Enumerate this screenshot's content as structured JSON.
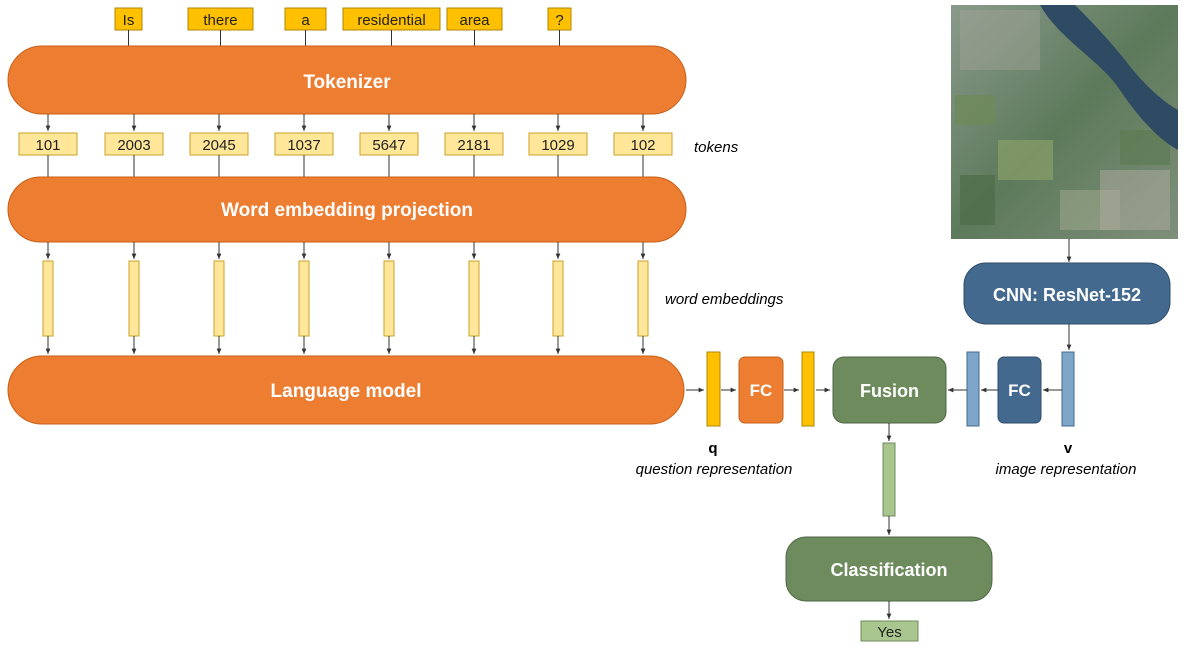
{
  "question_words": [
    "Is",
    "there",
    "a",
    "residential",
    "area",
    "?"
  ],
  "tokenizer_label": "Tokenizer",
  "tokens": [
    "101",
    "2003",
    "2045",
    "1037",
    "5647",
    "2181",
    "1029",
    "102"
  ],
  "tokens_caption": "tokens",
  "embedding_label": "Word embedding projection",
  "word_embeddings_caption": "word embeddings",
  "language_model_label": "Language model",
  "q_fc_label": "FC",
  "q_symbol": "q",
  "q_caption": "question representation",
  "fusion_label": "Fusion",
  "v_fc_label": "FC",
  "v_symbol": "v",
  "v_caption": "image representation",
  "cnn_label": "CNN: ResNet-152",
  "classification_label": "Classification",
  "answer": "Yes",
  "colors": {
    "orange": "#ED7D31",
    "word_box": "#FFC000",
    "token_box": "#FFE699",
    "slate_blue": "#44698E",
    "light_blue": "#7EA6C8",
    "green": "#6E8B5E",
    "light_green": "#A9C68F"
  }
}
